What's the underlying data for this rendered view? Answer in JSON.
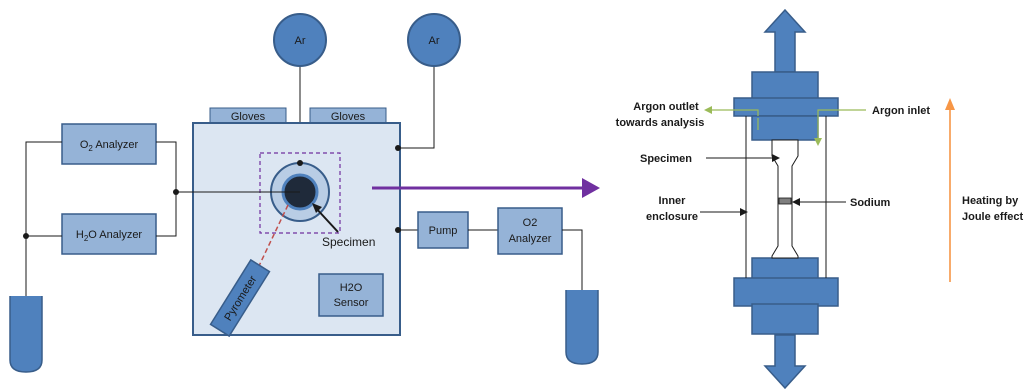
{
  "left": {
    "ar_left": "Ar",
    "ar_right": "Ar",
    "gloves_left": "Gloves",
    "gloves_right": "Gloves",
    "o2_analyzer_prefix": "O",
    "o2_analyzer_sub": "2",
    "o2_analyzer_suffix": " Analyzer",
    "h2o_analyzer_prefix": "H",
    "h2o_analyzer_sub": "2",
    "h2o_analyzer_suffix": "O Analyzer",
    "specimen": "Specimen",
    "pyrometer": "Pyrometer",
    "h2o_sensor_line1": "H2O",
    "h2o_sensor_line2": "Sensor",
    "pump": "Pump",
    "o2_right_line1": "O2",
    "o2_right_line2": "Analyzer"
  },
  "right": {
    "argon_outlet_line1": "Argon outlet",
    "argon_outlet_line2": "towards analysis",
    "argon_inlet": "Argon inlet",
    "specimen": "Specimen",
    "inner_line1": "Inner",
    "inner_line2": "enclosure",
    "sodium": "Sodium",
    "heating_line1": "Heating by",
    "heating_line2": "Joule effect"
  },
  "colors": {
    "box_fill": "#95b3d7",
    "box_stroke": "#385d8a",
    "glovebox_fill": "#dce6f2",
    "vessel_fill": "#4f81bd",
    "purple": "#7030a0",
    "orange": "#f79646",
    "green": "#9bbb59",
    "red_dash": "#c0504d"
  }
}
